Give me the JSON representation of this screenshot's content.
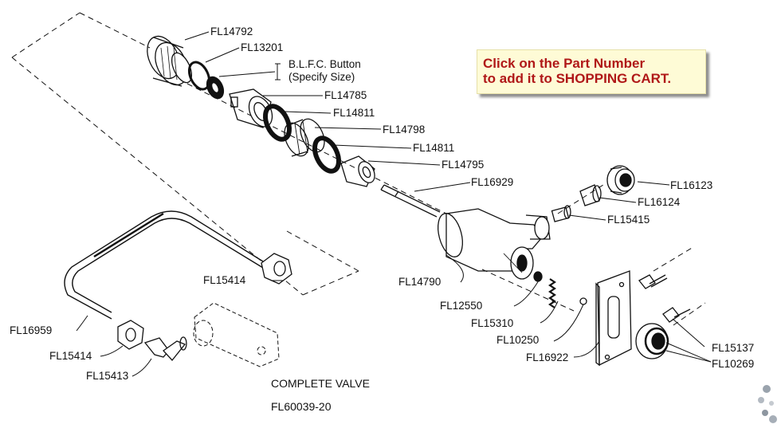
{
  "callout": {
    "line1": "Click on the Part Number",
    "line2": "to add it to SHOPPING CART."
  },
  "notes": {
    "blfc_line1": "B.L.F.C. Button",
    "blfc_line2": "(Specify Size)"
  },
  "parts": {
    "fl14792": "FL14792",
    "fl13201": "FL13201",
    "fl14785": "FL14785",
    "fl14811_a": "FL14811",
    "fl14798": "FL14798",
    "fl14811_b": "FL14811",
    "fl14795": "FL14795",
    "fl16929": "FL16929",
    "fl16123": "FL16123",
    "fl16124": "FL16124",
    "fl15415": "FL15415",
    "fl14790": "FL14790",
    "fl15414_a": "FL15414",
    "fl12550": "FL12550",
    "fl15310": "FL15310",
    "fl10250": "FL10250",
    "fl16922": "FL16922",
    "fl15137": "FL15137",
    "fl10269": "FL10269",
    "fl16959": "FL16959",
    "fl15414_b": "FL15414",
    "fl15413": "FL15413"
  },
  "assembly": {
    "title": "COMPLETE VALVE",
    "part_number": "FL60039-20"
  },
  "colors": {
    "callout_text": "#b01818",
    "callout_bg": "#fefbd6",
    "line_art": "#111111"
  }
}
